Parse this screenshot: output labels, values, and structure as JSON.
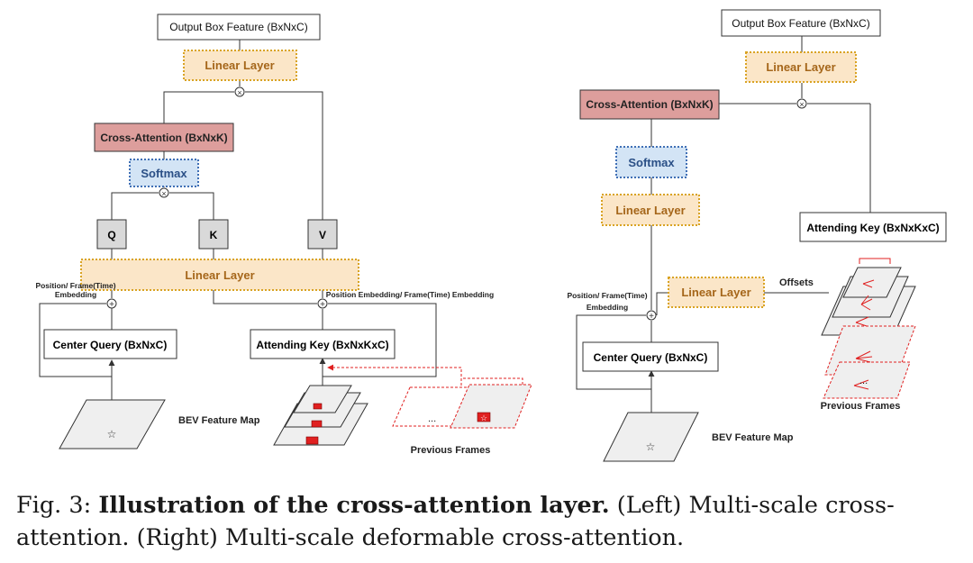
{
  "left": {
    "output": "Output Box Feature (BxNxC)",
    "linear_top": "Linear Layer",
    "cross_attention": "Cross-Attention (BxNxK)",
    "softmax": "Softmax",
    "q": "Q",
    "k": "K",
    "v": "V",
    "linear_mid": "Linear Layer",
    "pos_embed_1": "Position/ Frame(Time)",
    "pos_embed_2": "Embedding",
    "pos_embed_right": "Position Embedding/ Frame(Time) Embedding",
    "center_query": "Center Query (BxNxC)",
    "attending_key": "Attending Key (BxNxKxC)",
    "bev": "BEV Feature Map",
    "prev_frames": "Previous Frames",
    "dots": "..."
  },
  "right": {
    "output": "Output Box Feature (BxNxC)",
    "linear_top": "Linear Layer",
    "cross_attention": "Cross-Attention (BxNxK)",
    "softmax": "Softmax",
    "linear_mid": "Linear Layer",
    "attending_key": "Attending Key (BxNxKxC)",
    "linear_offsets": "Linear Layer",
    "offsets": "Offsets",
    "pos_embed_1": "Position/ Frame(Time)",
    "pos_embed_2": "Embedding",
    "center_query": "Center Query (BxNxC)",
    "bev": "BEV Feature Map",
    "prev_frames": "Previous Frames",
    "dots": "..."
  },
  "caption": {
    "prefix": "Fig. 3: ",
    "bold": "Illustration of the cross-attention layer.",
    "rest": " (Left) Multi-scale cross-attention. (Right) Multi-scale deformable cross-attention."
  },
  "colors": {
    "orange_fill": "#fbe6c8",
    "orange_border": "#d9a323",
    "blue_fill": "#d3e4f5",
    "blue_border": "#3f6fb5",
    "red_fill": "#dd9e9c",
    "red_accent": "#e02020",
    "gray_fill": "#d9d9d9",
    "plane_fill": "#efefef"
  }
}
